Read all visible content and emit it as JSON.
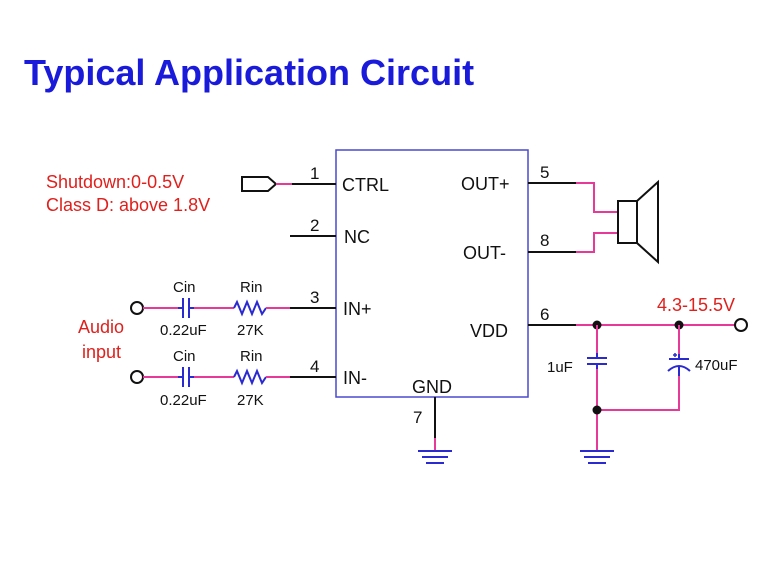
{
  "title": "Typical Application Circuit",
  "colors": {
    "title": "#1a1adb",
    "label_red": "#e0201c",
    "wire_pink": "#e6399a",
    "component_blue": "#2a2ad0",
    "wire_black": "#111111"
  },
  "notes": {
    "shutdown": "Shutdown:0-0.5V",
    "class_d": "Class D:  above 1.8V"
  },
  "audio_input": {
    "line1": "Audio",
    "line2": "input"
  },
  "supply_label": "4.3-15.5V",
  "ic": {
    "pins": [
      {
        "num": "1",
        "name": "CTRL"
      },
      {
        "num": "2",
        "name": "NC"
      },
      {
        "num": "3",
        "name": "IN+"
      },
      {
        "num": "4",
        "name": "IN-"
      },
      {
        "num": "5",
        "name": "OUT+"
      },
      {
        "num": "8",
        "name": "OUT-"
      },
      {
        "num": "6",
        "name": "VDD"
      },
      {
        "num": "7",
        "name": "GND"
      }
    ]
  },
  "components": {
    "cin_top": {
      "name": "Cin",
      "value": "0.22uF"
    },
    "rin_top": {
      "name": "Rin",
      "value": "27K"
    },
    "cin_bottom": {
      "name": "Cin",
      "value": "0.22uF"
    },
    "rin_bottom": {
      "name": "Rin",
      "value": "27K"
    },
    "c_1uf": "1uF",
    "c_470uf": "470uF"
  },
  "icons": [
    "speaker-icon",
    "ground-icon",
    "input-arrow-icon",
    "terminal-icon",
    "capacitor-icon",
    "resistor-icon"
  ]
}
